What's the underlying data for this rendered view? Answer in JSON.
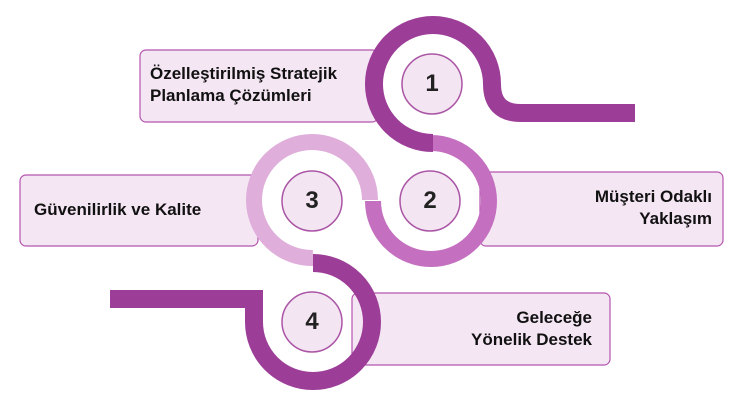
{
  "colors": {
    "dark": "#9c3d97",
    "medium": "#c46fc0",
    "light": "#dfaedb",
    "card_fill": "#f5e6f4",
    "card_border": "#b455af",
    "circle_fill": "#f3e5f2",
    "circle_border": "#aa55a5"
  },
  "steps": [
    {
      "number": "1",
      "line1": "Özelleştirilmiş Stratejik",
      "line2": "Planlama Çözümleri"
    },
    {
      "number": "2",
      "line1": "Müşteri Odaklı",
      "line2": "Yaklaşım"
    },
    {
      "number": "3",
      "line1": "Güvenilirlik ve Kalite",
      "line2": ""
    },
    {
      "number": "4",
      "line1": "Geleceğe",
      "line2": "Yönelik Destek"
    }
  ]
}
